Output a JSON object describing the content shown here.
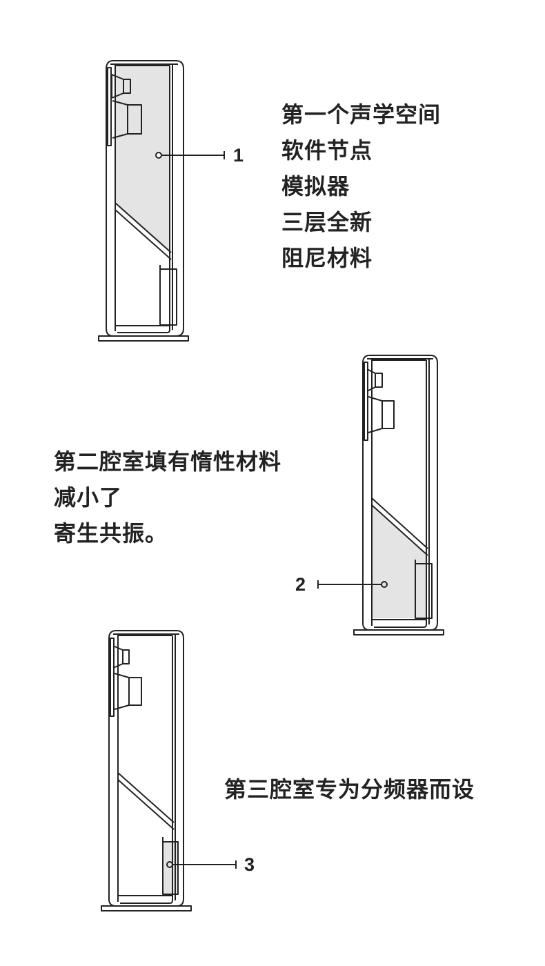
{
  "colors": {
    "ink": "#222222",
    "highlight_fill": "#e4e4e4",
    "background": "#ffffff"
  },
  "speaker_1": {
    "callout_number": "1",
    "caption_lines": [
      "第一个声学空间",
      "软件节点",
      "模拟器",
      "三层全新",
      "阻尼材料"
    ]
  },
  "speaker_2": {
    "callout_number": "2",
    "caption_lines": [
      "第二腔室填有惰性材料",
      "减小了",
      "寄生共振。"
    ]
  },
  "speaker_3": {
    "callout_number": "3",
    "caption_lines": [
      "第三腔室专为分频器而设"
    ]
  }
}
